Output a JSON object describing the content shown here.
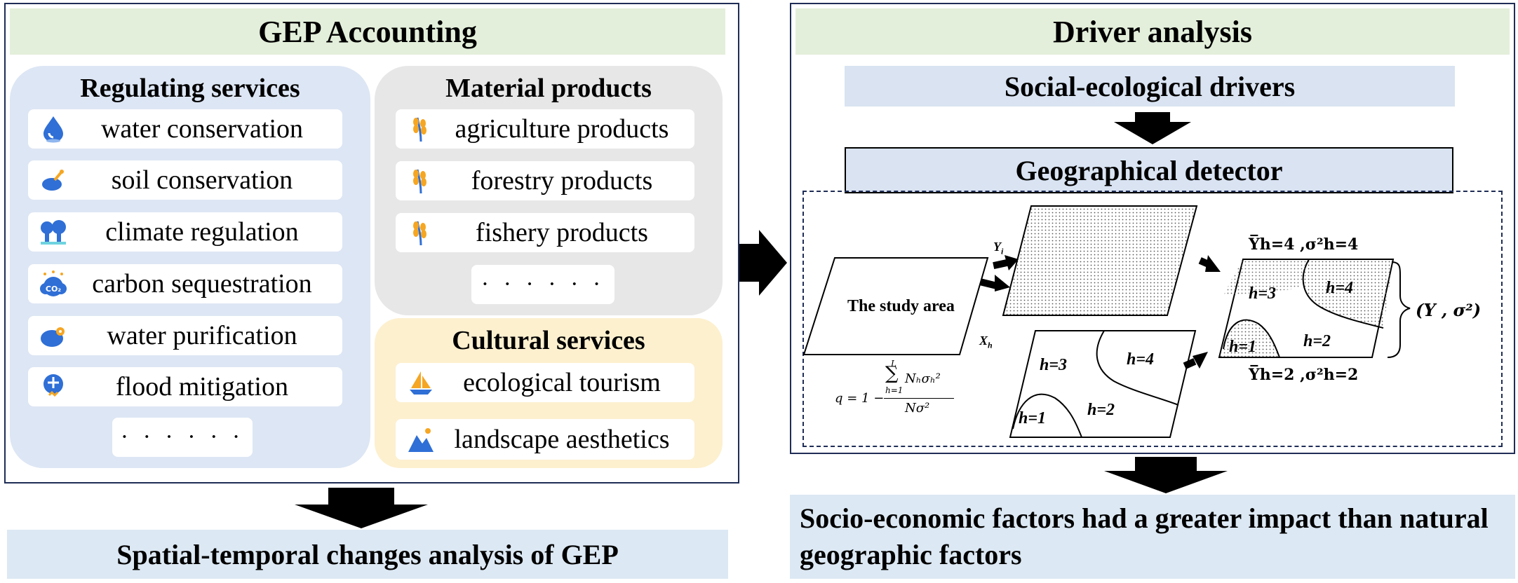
{
  "left_panel": {
    "title": "GEP Accounting",
    "regulating": {
      "title": "Regulating services",
      "items": [
        "water conservation",
        "soil conservation",
        "climate regulation",
        "carbon sequestration",
        "water purification",
        "flood mitigation"
      ],
      "more": "· · · · · ·"
    },
    "material": {
      "title": "Material products",
      "items": [
        "agriculture products",
        "forestry products",
        "fishery products"
      ],
      "more": "· · · · · ·"
    },
    "cultural": {
      "title": "Cultural services",
      "items": [
        "ecological tourism",
        "landscape aesthetics"
      ]
    },
    "conclusion": "Spatial-temporal changes analysis of GEP"
  },
  "right_panel": {
    "title": "Driver analysis",
    "drivers": "Social-ecological drivers",
    "detector": "Geographical detector",
    "diagram": {
      "study_area": "The study area",
      "yi": "Y",
      "yi_sub": "i",
      "xh": "X",
      "xh_sub": "h",
      "strata": [
        "h=3",
        "h=4",
        "h=1",
        "h=2"
      ],
      "strata_right": [
        "h=3",
        "h=4",
        "h=1",
        "h=2"
      ],
      "top_stat": "Y̅h=4 ,σ²h=4",
      "bottom_stat": "Y̅h=2 ,σ²h=2",
      "brace_label": "(Y , σ²)",
      "formula_q": "q = 1 −",
      "formula_num": "Nₕσₕ²",
      "formula_sum_top": "L",
      "formula_sum_bottom": "h=1",
      "formula_den": "Nσ²"
    },
    "conclusion": "Socio-economic factors had a greater impact than natural geographic factors"
  },
  "colors": {
    "border": "#1f2d56",
    "title_bg": "#e3efda",
    "regulating_bg": "#dde6f4",
    "material_bg": "#e7e7e7",
    "cultural_bg": "#fdf0cf",
    "driver_box": "#d9e3f2",
    "conclusion_bg": "#dce8f3"
  },
  "icons": [
    "water-drop-icon",
    "soil-icon",
    "tree-icon",
    "co2-cloud-icon",
    "water-purification-icon",
    "flood-icon",
    "wheat-icon",
    "sailboat-icon",
    "mountain-landscape-icon"
  ]
}
